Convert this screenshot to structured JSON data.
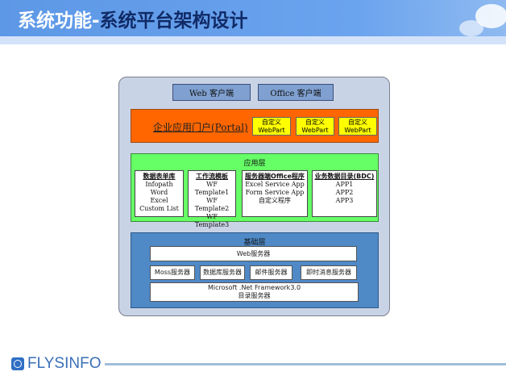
{
  "header": {
    "title_part1": "系统功能-",
    "title_part2": "系统平台架构设计"
  },
  "clients": [
    "Web 客户端",
    "Office 客户端"
  ],
  "portal": {
    "label": "企业应用门户(Portal)",
    "webparts": [
      [
        "自定义",
        "WebPart"
      ],
      [
        "自定义",
        "WebPart"
      ],
      [
        "自定义",
        "WebPart"
      ]
    ]
  },
  "app_layer": {
    "title": "应用层",
    "boxes": [
      {
        "title": "数据表单库",
        "items": [
          "Infopath",
          "Word",
          "Excel",
          "Custom List"
        ]
      },
      {
        "title": "工作流模板",
        "items": [
          "WF Template1",
          "WF Template2",
          "WF Template3"
        ]
      },
      {
        "title": "服务器端Office程序",
        "items": [
          "Excel Service App",
          "Form Service App",
          "自定义程序"
        ]
      },
      {
        "title": "业务数据目录(BDC)",
        "items": [
          "APP1",
          "APP2",
          "APP3"
        ]
      }
    ]
  },
  "base_layer": {
    "title": "基础层",
    "web_server": "Web服务器",
    "servers": [
      "Moss服务器",
      "数据库服务器",
      "邮件服务器",
      "即时消息服务器"
    ],
    "framework": "Microsoft .Net Framework3.0",
    "directory": "目录服务器"
  },
  "footer": {
    "logo": "FLYSINFO"
  }
}
